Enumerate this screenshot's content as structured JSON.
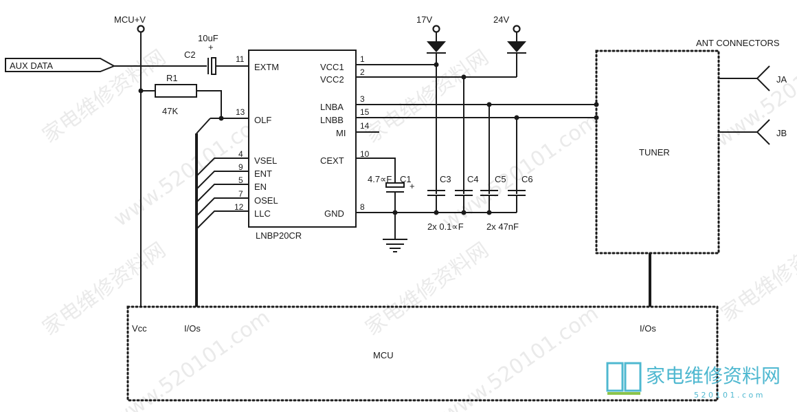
{
  "supplies": {
    "mcu_v": "MCU+V",
    "v17": "17V",
    "v24": "24V"
  },
  "input": {
    "aux_data": "AUX DATA"
  },
  "parts": {
    "c2": {
      "ref": "C2",
      "value": "10uF"
    },
    "r1": {
      "ref": "R1",
      "value": "47K"
    },
    "c1": {
      "ref": "C1",
      "value": "4.7∝F"
    },
    "c3": {
      "ref": "C3"
    },
    "c4": {
      "ref": "C4"
    },
    "c5": {
      "ref": "C5"
    },
    "c6": {
      "ref": "C6"
    },
    "c34_value": "2x 0.1∝F",
    "c56_value": "2x 47nF"
  },
  "ic": {
    "name": "LNBP20CR",
    "left_pins": [
      {
        "num": "11",
        "name": "EXTM"
      },
      {
        "num": "13",
        "name": "OLF"
      },
      {
        "num": "4",
        "name": "VSEL"
      },
      {
        "num": "9",
        "name": "ENT"
      },
      {
        "num": "5",
        "name": "EN"
      },
      {
        "num": "7",
        "name": "OSEL"
      },
      {
        "num": "12",
        "name": "LLC"
      }
    ],
    "right_pins": [
      {
        "num": "1",
        "name": "VCC1"
      },
      {
        "num": "2",
        "name": "VCC2"
      },
      {
        "num": "3",
        "name": "LNBA"
      },
      {
        "num": "15",
        "name": "LNBB"
      },
      {
        "num": "14",
        "name": "MI"
      },
      {
        "num": "10",
        "name": "CEXT"
      },
      {
        "num": "8",
        "name": "GND"
      }
    ]
  },
  "tuner": {
    "label": "TUNER"
  },
  "antenna": {
    "title": "ANT CONNECTORS",
    "ja": "JA",
    "jb": "JB"
  },
  "mcu": {
    "label": "MCU",
    "vcc": "Vcc",
    "ios_left": "I/Os",
    "ios_right": "I/Os"
  },
  "watermark": {
    "text_cn": "家电维修资料网",
    "text_url": "www.520101.com",
    "logo_cn": "家电维修资料网",
    "logo_url": "5 2 0 1 0 1 . c o m"
  },
  "colors": {
    "ink": "#1a1a1a",
    "watermark": "#d9d9d9",
    "logo": "#4fb8d0"
  }
}
